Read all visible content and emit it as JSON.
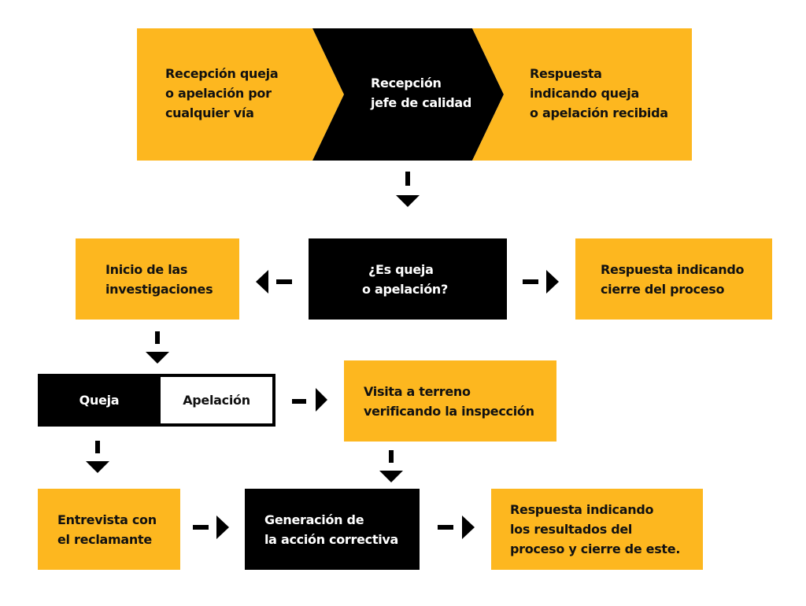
{
  "colors": {
    "accent": "#FDB71F",
    "dark": "#000000"
  },
  "top": {
    "step1": [
      "Recepción queja",
      "o apelación por",
      "cualquier vía"
    ],
    "step2": [
      "Recepción",
      "jefe de calidad"
    ],
    "step3": [
      "Respuesta",
      "indicando queja",
      "o apelación recibida"
    ]
  },
  "row2": {
    "investigations": [
      "Inicio de las",
      "investigaciones"
    ],
    "decision": [
      "¿Es queja",
      "o apelación?"
    ],
    "close": [
      "Respuesta indicando",
      "cierre del proceso"
    ]
  },
  "row3": {
    "queja": "Queja",
    "apelacion": "Apelación",
    "visit": [
      "Visita a terreno",
      "verificando la inspección"
    ]
  },
  "row4": {
    "interview": [
      "Entrevista con",
      "el reclamante"
    ],
    "action": [
      "Generación de",
      "la acción correctiva"
    ],
    "result": [
      "Respuesta indicando",
      "los resultados del",
      "proceso y cierre de este."
    ]
  }
}
